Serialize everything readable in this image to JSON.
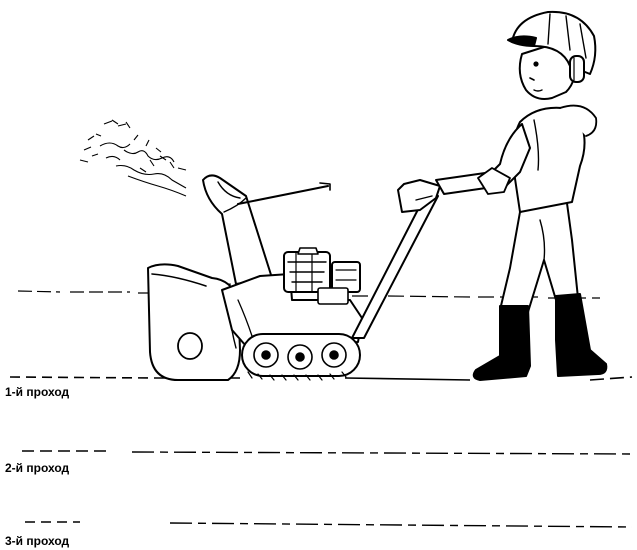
{
  "passes": [
    {
      "label": "1-й проход"
    },
    {
      "label": "2-й проход"
    },
    {
      "label": "3-й проход"
    }
  ],
  "colors": {
    "ink": "#000000",
    "paper": "#ffffff"
  }
}
